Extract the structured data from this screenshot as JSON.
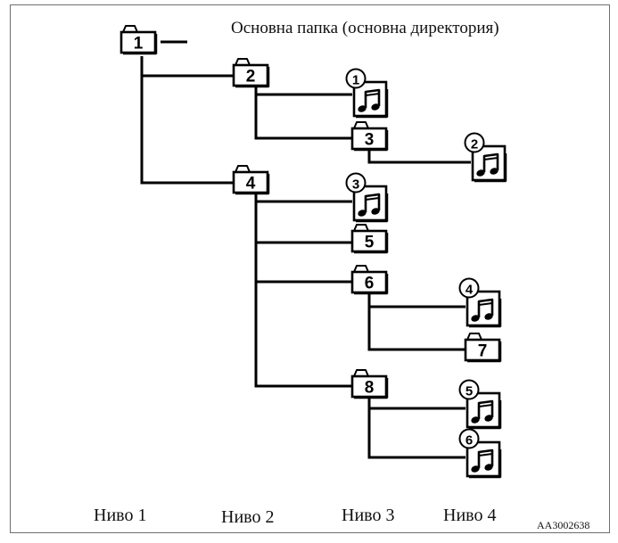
{
  "root_label": "Основна папка (основна директория)",
  "levels": [
    "Ниво 1",
    "Ниво 2",
    "Ниво 3",
    "Ниво 4"
  ],
  "figure_code": "AA3002638",
  "folders": [
    "1",
    "2",
    "3",
    "4",
    "5",
    "6",
    "7",
    "8"
  ],
  "files": [
    "①",
    "②",
    "③",
    "④",
    "⑤",
    "⑥"
  ],
  "icons": {
    "folder": "folder-icon",
    "file": "music-note-icon"
  },
  "colors": {
    "line": "#000000",
    "frame": "#6f6f6f",
    "fill": "#ffffff"
  }
}
